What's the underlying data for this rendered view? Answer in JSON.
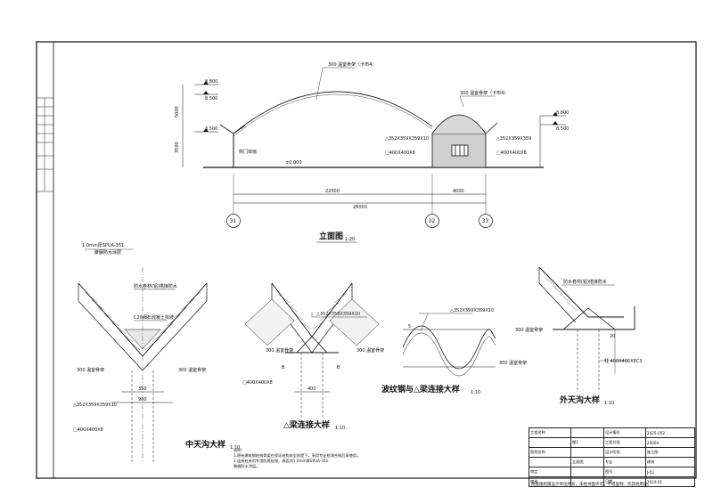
{
  "elevation": {
    "title": "立面图",
    "scale": "1:20",
    "arch_label": "300 温室骨架（卡布4）",
    "small_arch_label": "300 温室骨架（卡布4）",
    "member_left": "△352X359X359X10",
    "member_right": "△352X359X359",
    "column_left": "□400X400X8",
    "column_right": "□400X400X8",
    "elev_top": "8.800",
    "elev_mid": "8.500",
    "elev_low": "3.500",
    "elev_zero": "±0.000",
    "elev_top_r": "8.800",
    "elev_mid_r": "8.500",
    "dim_h1": "5000",
    "dim_h2": "3500",
    "dim_span1": "22000",
    "dim_span2": "4000",
    "dim_total": "26000",
    "axes": [
      "31",
      "32",
      "33"
    ],
    "gate_note": "侧门单扇"
  },
  "gutter_mid": {
    "title": "中天沟大样",
    "scale": "1:10",
    "top_note": "1.0mm厚SPUA-351",
    "top_note2": "聚脲防水涂层",
    "inner_note": "防水卷材(铝)搭接防水",
    "fill_note": "C20细石混凝土找坡",
    "left_note": "300 温室骨架",
    "right_note": "300 温室骨架",
    "member": "△352X359X359X10",
    "column": "□400X400X8",
    "dim1": "350",
    "dim2": "900"
  },
  "beam_detail": {
    "title": "△梁连接大样",
    "scale": "1:10",
    "member": "△352X359X359X10",
    "label_left": "300 温室骨架",
    "label_right": "300 温室骨架",
    "column": "□400X400X8",
    "mark_b": "B",
    "dim": "400"
  },
  "wave_detail": {
    "title": "波纹钢与△梁连接大样",
    "scale": "1:10",
    "member": "△352X359X359X10",
    "label": "300 温室骨架",
    "mark": "5"
  },
  "gutter_out": {
    "title": "外天沟大样",
    "scale": "1:10",
    "top_note": "防水卷材(铝)搭接防水",
    "left_note": "300 温室骨架",
    "column": "柱 400X400X8C3",
    "dim": "20"
  },
  "notes": {
    "head": "说明：",
    "line1": "1.原有建筑钢结构骨架在保证结构安全前提下，采用专业检测合格后再使用。",
    "line2": "2.连接处采用专用防腐处理，表面涂1.0mm厚SPUA-351",
    "line3": "聚脲防水涂层。"
  },
  "title_block": {
    "rows": [
      [
        "工程名称",
        "",
        "设计编号",
        "2025-052"
      ],
      [
        "",
        "棚1",
        "工程分类",
        "20004"
      ],
      [
        "图纸名称",
        "",
        "设计阶段",
        "施工图"
      ],
      [
        "",
        "立面图",
        "专业",
        "建筑"
      ],
      [
        "审定",
        "",
        "图号",
        "J-03"
      ],
      [
        "审核",
        "",
        "日期",
        "2019.01"
      ]
    ],
    "footer": "图纸版权属设计单位所有，未经书面许可，不得复制、作其他用途。"
  }
}
